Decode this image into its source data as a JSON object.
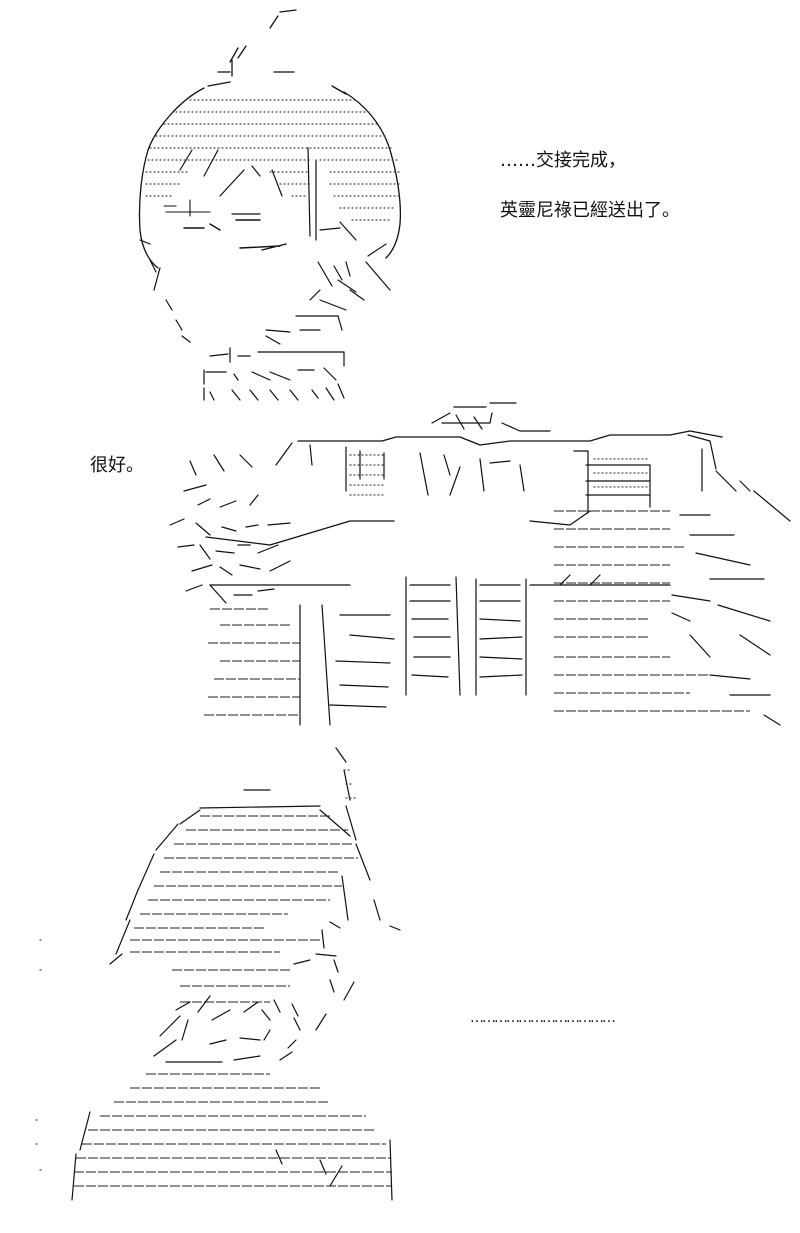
{
  "captions": {
    "line1": "……交接完成，",
    "line2": "英靈尼祿已經送出了。",
    "line3": "很好。",
    "line4": "………………………………"
  }
}
